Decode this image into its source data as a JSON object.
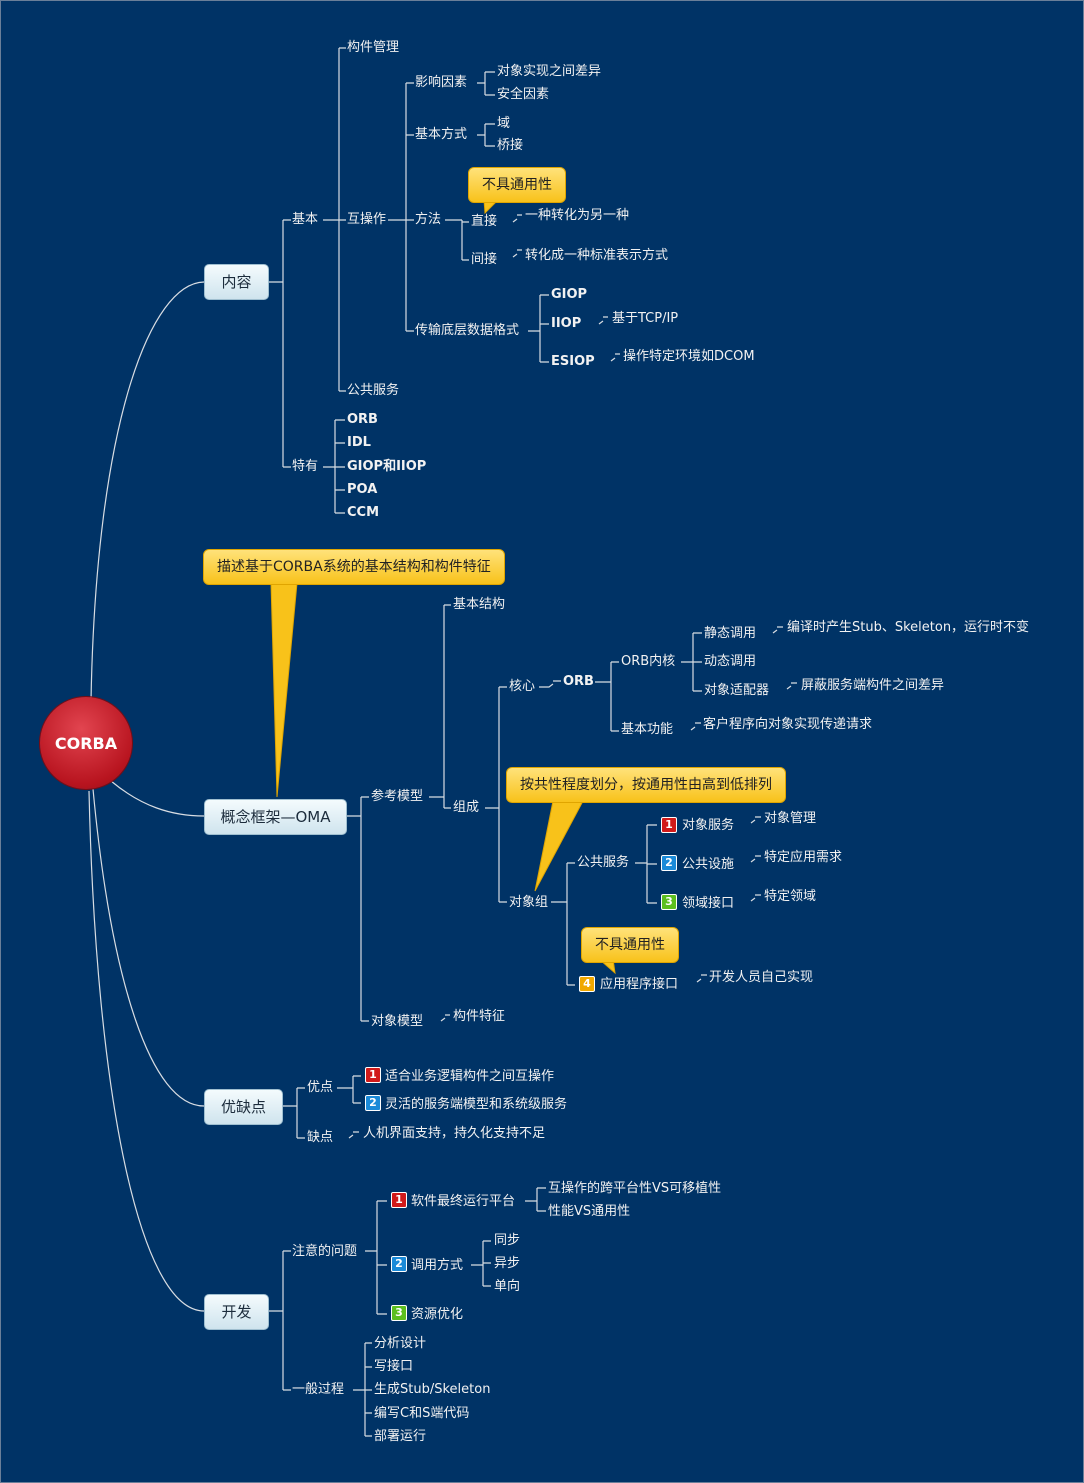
{
  "root": "CORBA",
  "main": {
    "content": "内容",
    "oma": "概念框架—OMA",
    "proscons": "优缺点",
    "develop": "开发"
  },
  "content": {
    "basic": "基本",
    "component_mgmt": "构件管理",
    "interop": "互操作",
    "factors": "影响因素",
    "f1": "对象实现之间差异",
    "f2": "安全因素",
    "basic_mode": "基本方式",
    "domain": "域",
    "bridge": "桥接",
    "method": "方法",
    "not_generic": "不具通用性",
    "direct": "直接",
    "direct_desc": "一种转化为另一种",
    "indirect": "间接",
    "indirect_desc": "转化成一种标准表示方式",
    "transport": "传输底层数据格式",
    "giop": "GIOP",
    "iiop": "IIOP",
    "iiop_desc": "基于TCP/IP",
    "esiop": "ESIOP",
    "esiop_desc": "操作特定环境如DCOM",
    "public_service": "公共服务",
    "special": "特有",
    "s1": "ORB",
    "s2": "IDL",
    "s3": "GIOP和IIOP",
    "s4": "POA",
    "s5": "CCM"
  },
  "oma": {
    "callout": "描述基于CORBA系统的基本结构和构件特征",
    "ref_model": "参考模型",
    "basic_structure": "基本结构",
    "composition": "组成",
    "core": "核心",
    "orb": "ORB",
    "orb_kernel": "ORB内核",
    "static_call": "静态调用",
    "static_desc": "编译时产生Stub、Skeleton，运行时不变",
    "dynamic_call": "动态调用",
    "adapter": "对象适配器",
    "adapter_desc": "屏蔽服务端构件之间差异",
    "basic_func": "基本功能",
    "basic_func_desc": "客户程序向对象实现传递请求",
    "callout2": "按共性程度划分，按通用性由高到低排列",
    "object_group": "对象组",
    "public_service": "公共服务",
    "n1": "1",
    "obj_service": "对象服务",
    "obj_service_desc": "对象管理",
    "n2": "2",
    "facility": "公共设施",
    "facility_desc": "特定应用需求",
    "n3": "3",
    "domain_iface": "领域接口",
    "domain_iface_desc": "特定领域",
    "not_generic": "不具通用性",
    "n4": "4",
    "app_iface": "应用程序接口",
    "app_iface_desc": "开发人员自己实现",
    "object_model": "对象模型",
    "component_feature": "构件特征"
  },
  "proscons": {
    "pros": "优点",
    "n1": "1",
    "p1": "适合业务逻辑构件之间互操作",
    "n2": "2",
    "p2": "灵活的服务端模型和系统级服务",
    "cons": "缺点",
    "c1": "人机界面支持，持久化支持不足"
  },
  "develop": {
    "issues": "注意的问题",
    "n1": "1",
    "platform": "软件最终运行平台",
    "pl1": "互操作的跨平台性VS可移植性",
    "pl2": "性能VS通用性",
    "n2": "2",
    "call_mode": "调用方式",
    "cm1": "同步",
    "cm2": "异步",
    "cm3": "单向",
    "n3": "3",
    "resource": "资源优化",
    "process": "一般过程",
    "st1": "分析设计",
    "st2": "写接口",
    "st3": "生成Stub/Skeleton",
    "st4": "编写C和S端代码",
    "st5": "部署运行"
  }
}
